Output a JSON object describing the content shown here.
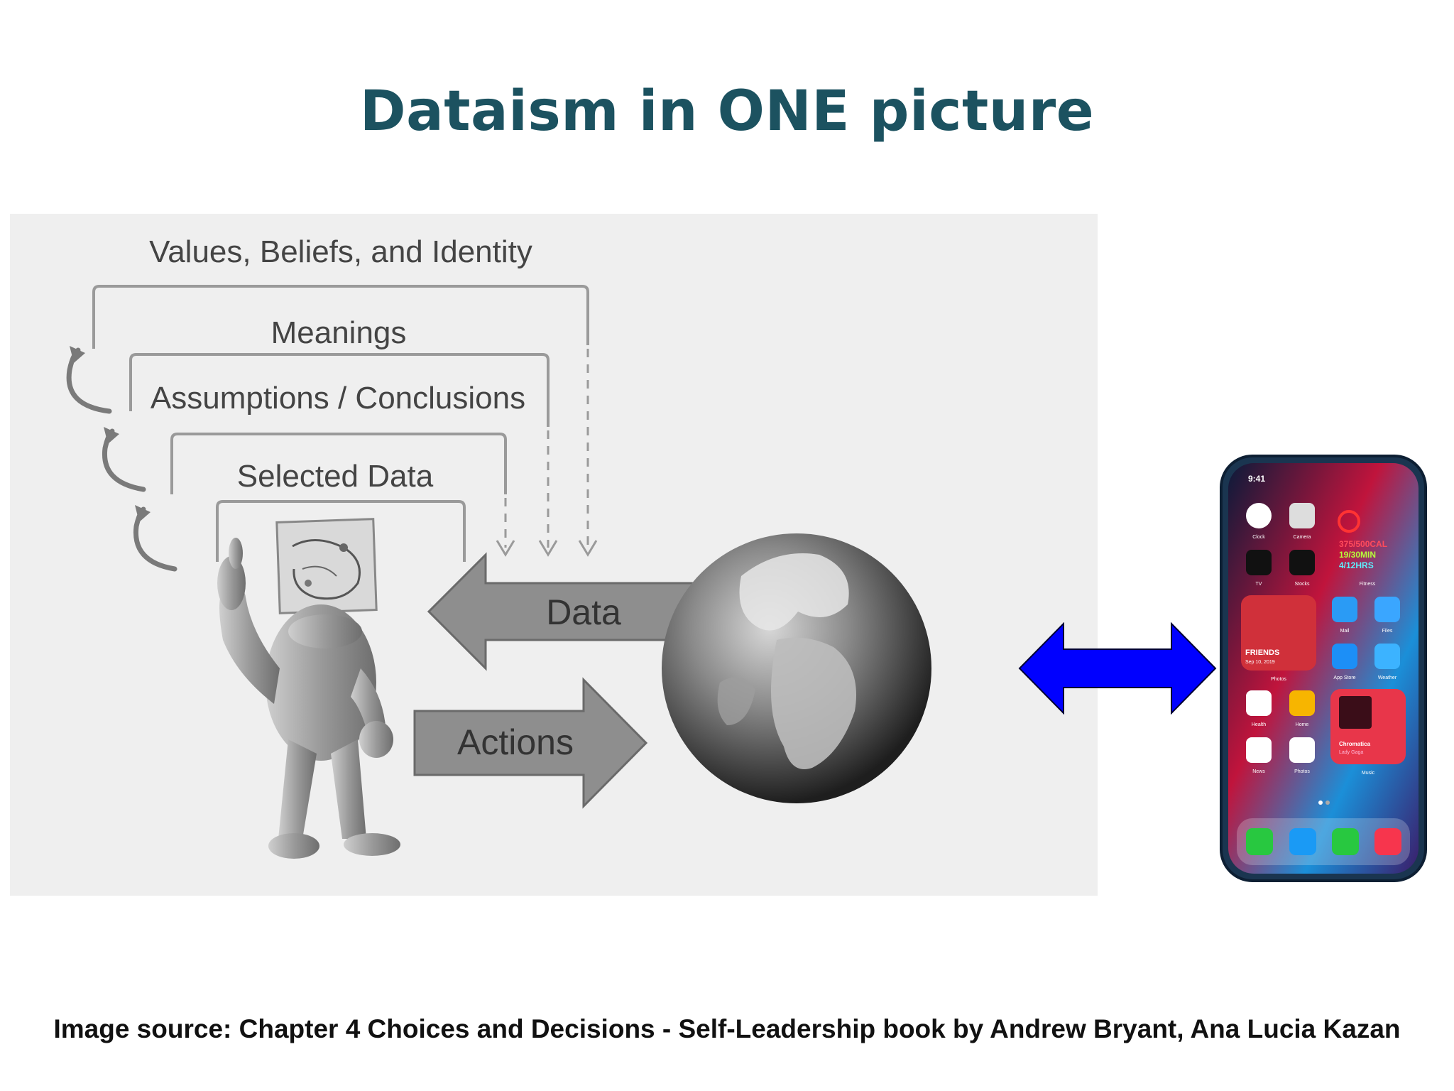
{
  "title": "Dataism in ONE picture",
  "diagram": {
    "levels": [
      "Values, Beliefs, and Identity",
      "Meanings",
      "Assumptions / Conclusions",
      "Selected Data"
    ],
    "data_arrow_label": "Data",
    "actions_arrow_label": "Actions"
  },
  "phone": {
    "time": "9:41",
    "fitness": [
      "375/500CAL",
      "19/30MIN",
      "4/12HRS"
    ],
    "photo_label": "FRIENDS",
    "photo_date": "Sep 10, 2019",
    "music_title": "Chromatica",
    "music_artist": "Lady Gaga",
    "app_labels": [
      "Clock",
      "Camera",
      "TV",
      "Stocks",
      "Fitness",
      "Photos",
      "Mail",
      "Files",
      "App Store",
      "Weather",
      "Health",
      "Home",
      "Music",
      "News",
      "Photos"
    ]
  },
  "colors": {
    "title": "#1c5260",
    "double_arrow": "#0000ff",
    "diagram_arrow": "#8e8e8e"
  },
  "caption": "Image source: Chapter 4 Choices and Decisions - Self-Leadership book by Andrew Bryant, Ana Lucia Kazan"
}
